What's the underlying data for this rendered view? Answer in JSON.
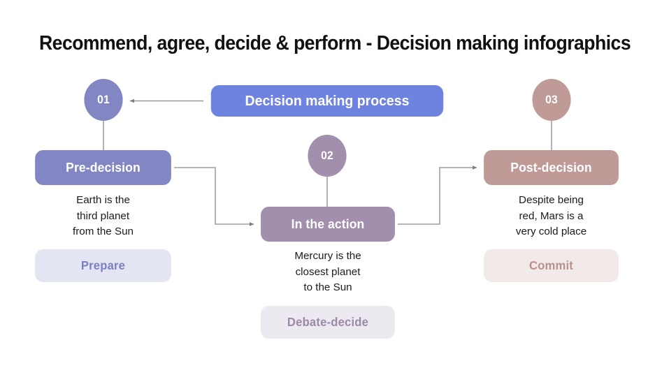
{
  "page": {
    "title": "Recommend, agree, decide & perform - Decision making infographics",
    "background_color": "#ffffff"
  },
  "header": {
    "label": "Decision making process",
    "color": "#6e83e0"
  },
  "colors": {
    "stage1": "#8287c4",
    "stage1_tint": "#e4e5f3",
    "stage2": "#a28fae",
    "stage2_tint": "#ece9f0",
    "stage3": "#bf9a96",
    "stage3_tint": "#f2eae8",
    "connector": "#8a8a8a",
    "title_text": "#111111",
    "body_text": "#1b1b1b"
  },
  "stages": [
    {
      "number": "01",
      "title": "Pre-decision",
      "description": "Earth is the\nthird planet\nfrom the Sun",
      "tag": "Prepare"
    },
    {
      "number": "02",
      "title": "In the action",
      "description": "Mercury is the\nclosest planet\nto the Sun",
      "tag": "Debate-decide"
    },
    {
      "number": "03",
      "title": "Post-decision",
      "description": "Despite being\nred, Mars is a\nvery cold place",
      "tag": "Commit"
    }
  ],
  "connectors": [
    {
      "name": "header-to-stage1",
      "from": "Decision making process",
      "to": "01",
      "arrow": true
    },
    {
      "name": "stage1-to-stage2",
      "from": "Pre-decision",
      "to": "In the action",
      "arrow": true
    },
    {
      "name": "stage2-to-stage3",
      "from": "In the action",
      "to": "Post-decision",
      "arrow": true
    },
    {
      "name": "stem-01",
      "from": "01",
      "to": "Pre-decision",
      "arrow": false
    },
    {
      "name": "stem-02",
      "from": "02",
      "to": "In the action",
      "arrow": false
    },
    {
      "name": "stem-03",
      "from": "03",
      "to": "Post-decision",
      "arrow": false
    }
  ]
}
